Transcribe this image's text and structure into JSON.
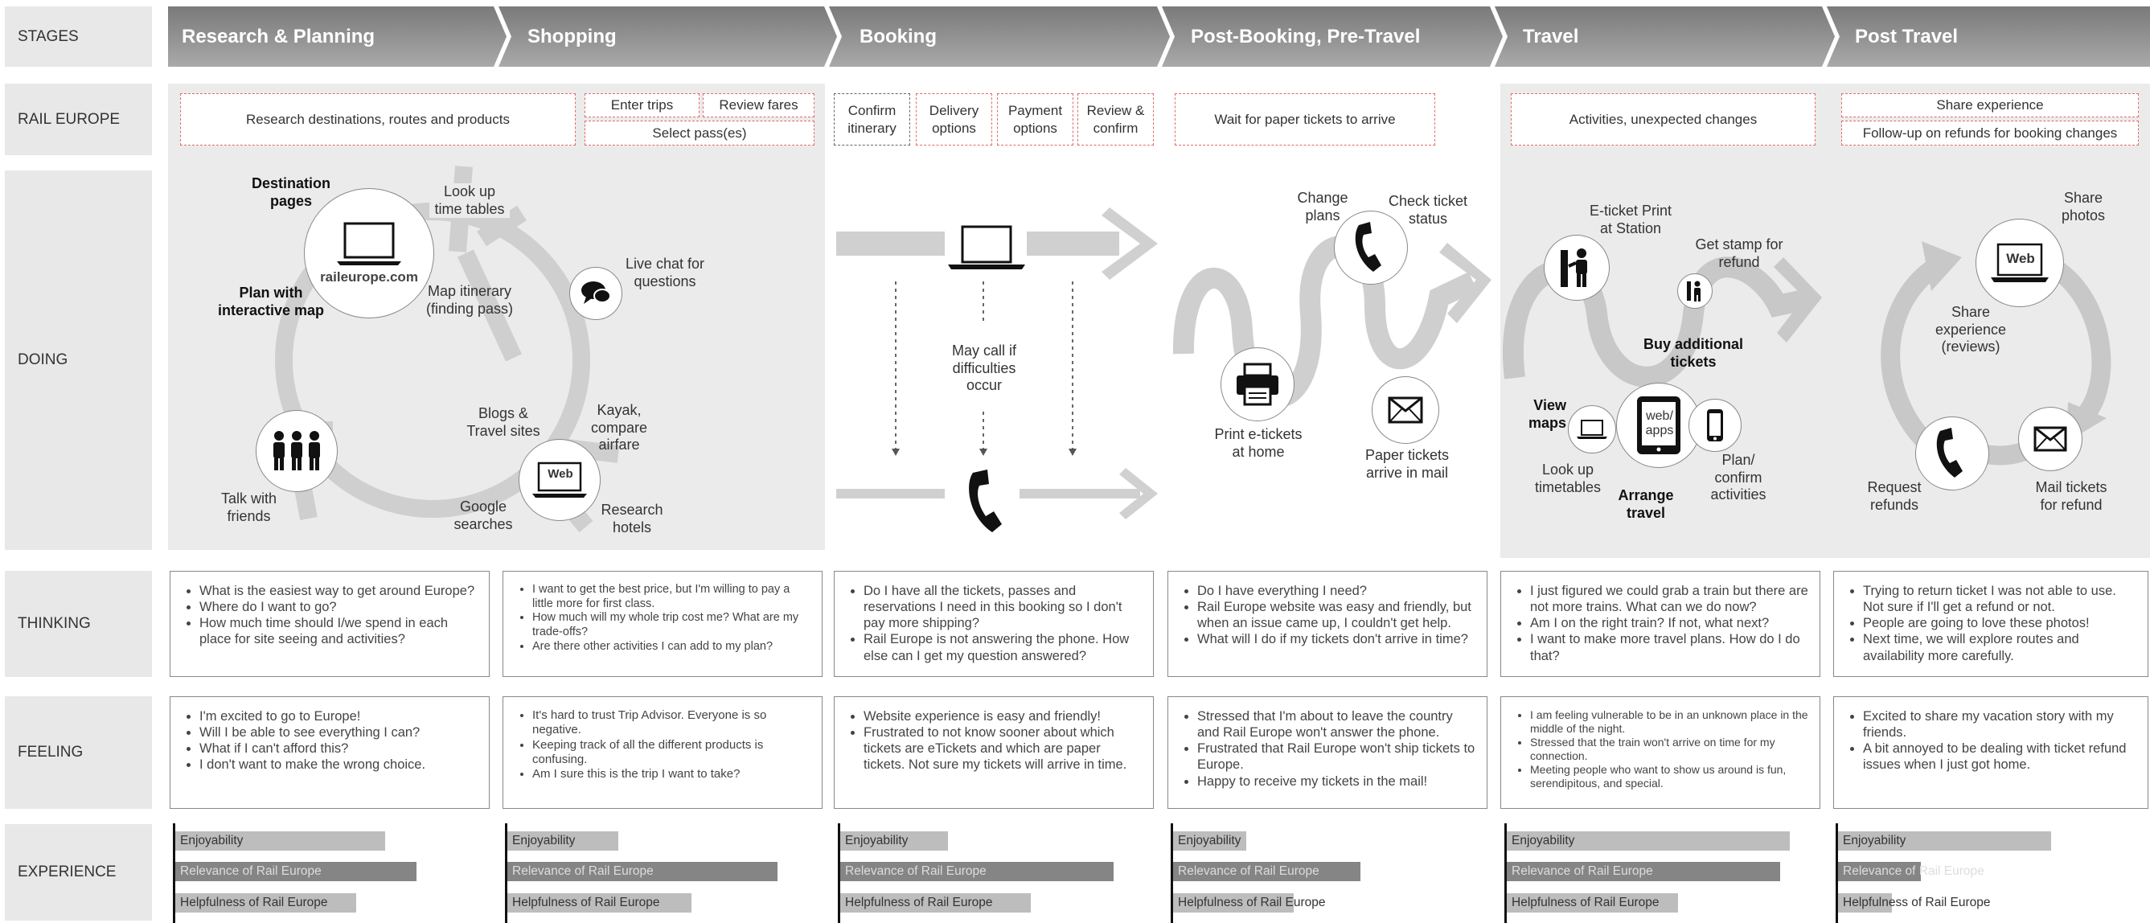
{
  "row_labels": {
    "stages": "STAGES",
    "rail_europe": "RAIL EUROPE",
    "doing": "DOING",
    "thinking": "THINKING",
    "feeling": "FEELING",
    "experience": "EXPERIENCE"
  },
  "stages": [
    "Research & Planning",
    "Shopping",
    "Booking",
    "Post-Booking, Pre-Travel",
    "Travel",
    "Post Travel"
  ],
  "rail_europe": {
    "research": "Research destinations, routes and products",
    "enter_trips": "Enter trips",
    "review_fares": "Review fares",
    "select_passes": "Select pass(es)",
    "confirm_itinerary": "Confirm itinerary",
    "delivery_options": "Delivery options",
    "payment_options": "Payment options",
    "review_confirm": "Review & confirm",
    "wait_tickets": "Wait for paper tickets to arrive",
    "activities": "Activities, unexpected changes",
    "share_experience": "Share experience",
    "follow_up": "Follow-up on refunds for booking changes"
  },
  "doing": {
    "research": {
      "destination_pages": "Destination pages",
      "site_label": "raileurope.com",
      "plan_map": "Plan with interactive map",
      "look_up": "Look up time tables",
      "map_itinerary": "Map itinerary (finding pass)",
      "live_chat": "Live chat for questions",
      "blogs": "Blogs & Travel sites",
      "kayak": "Kayak, compare airfare",
      "web": "Web",
      "google": "Google searches",
      "research_hotels": "Research hotels",
      "talk_friends": "Talk with friends"
    },
    "booking": {
      "may_call": "May call if difficulties occur"
    },
    "post_booking": {
      "change_plans": "Change plans",
      "check_status": "Check ticket status",
      "print": "Print e-tickets at home",
      "paper": "Paper tickets arrive in mail"
    },
    "travel": {
      "eticket": "E-ticket Print at Station",
      "stamp": "Get stamp for refund",
      "buy": "Buy additional tickets",
      "view_maps": "View maps",
      "webapps": "web/ apps",
      "lookup": "Look up timetables",
      "arrange": "Arrange travel",
      "plan_confirm": "Plan/ confirm activities"
    },
    "post_travel": {
      "share_photos": "Share photos",
      "web": "Web",
      "share_reviews": "Share experience (reviews)",
      "request_refunds": "Request refunds",
      "mail_tickets": "Mail tickets for refund"
    }
  },
  "thinking": [
    [
      "What is the easiest way to get around Europe?",
      "Where do I want to go?",
      "How much time should I/we spend in each place for site seeing and activities?"
    ],
    [
      "I want to get the best price, but I'm willing to pay a little more for first class.",
      "How much will my whole trip cost me? What are my trade-offs?",
      "Are there other activities I can add to my plan?"
    ],
    [
      "Do I have all the tickets, passes and reservations I need in this booking so I don't pay more shipping?",
      "Rail Europe is not answering the phone. How else can I get my question answered?"
    ],
    [
      "Do I have everything I need?",
      "Rail Europe website was easy and friendly, but when an issue came up, I couldn't get help.",
      "What will I do if my tickets don't arrive in time?"
    ],
    [
      "I just figured we could grab a train but there are not more trains. What can we do now?",
      "Am I on the right train? If not, what next?",
      "I want to make more travel plans. How do I do that?"
    ],
    [
      "Trying to return ticket I was not able to use. Not sure if I'll get a refund or not.",
      "People are going to love these photos!",
      "Next time, we will explore routes and availability more carefully."
    ]
  ],
  "feeling": [
    [
      "I'm excited to go to Europe!",
      "Will I be able to see everything I can?",
      "What if I can't afford this?",
      "I don't want to make the wrong choice."
    ],
    [
      "It's hard to trust Trip Advisor. Everyone is so negative.",
      "Keeping track of all the different products is confusing.",
      "Am I sure this is the trip I want to take?"
    ],
    [
      "Website experience is easy and friendly!",
      "Frustrated to not know sooner about which tickets are eTickets and which are paper tickets. Not sure my tickets will arrive in time."
    ],
    [
      "Stressed that I'm about to leave the country and Rail Europe won't answer the phone.",
      "Frustrated that Rail Europe won't ship tickets to Europe.",
      "Happy to receive my tickets in the mail!"
    ],
    [
      "I am feeling vulnerable to be in an unknown place in the middle of the night.",
      "Stressed that the train won't arrive on time for my connection.",
      "Meeting people who want to show us around is fun, serendipitous, and special."
    ],
    [
      "Excited to share my vacation story with my friends.",
      "A bit annoyed to be dealing with ticket refund issues when I just got home."
    ]
  ],
  "experience_labels": [
    "Enjoyability",
    "Relevance of Rail Europe",
    "Helpfulness of Rail Europe"
  ],
  "chart_data": {
    "type": "bar",
    "categories": [
      "Research & Planning",
      "Shopping",
      "Booking",
      "Post-Booking, Pre-Travel",
      "Travel",
      "Post Travel"
    ],
    "series": [
      {
        "name": "Enjoyability",
        "values": [
          0.66,
          0.35,
          0.34,
          0.23,
          0.89,
          0.67
        ]
      },
      {
        "name": "Relevance of Rail Europe",
        "values": [
          0.76,
          0.85,
          0.86,
          0.59,
          0.86,
          0.26
        ]
      },
      {
        "name": "Helpfulness of Rail Europe",
        "values": [
          0.57,
          0.58,
          0.6,
          0.38,
          0.54,
          0.17
        ]
      }
    ],
    "ylim": [
      0,
      1
    ]
  }
}
